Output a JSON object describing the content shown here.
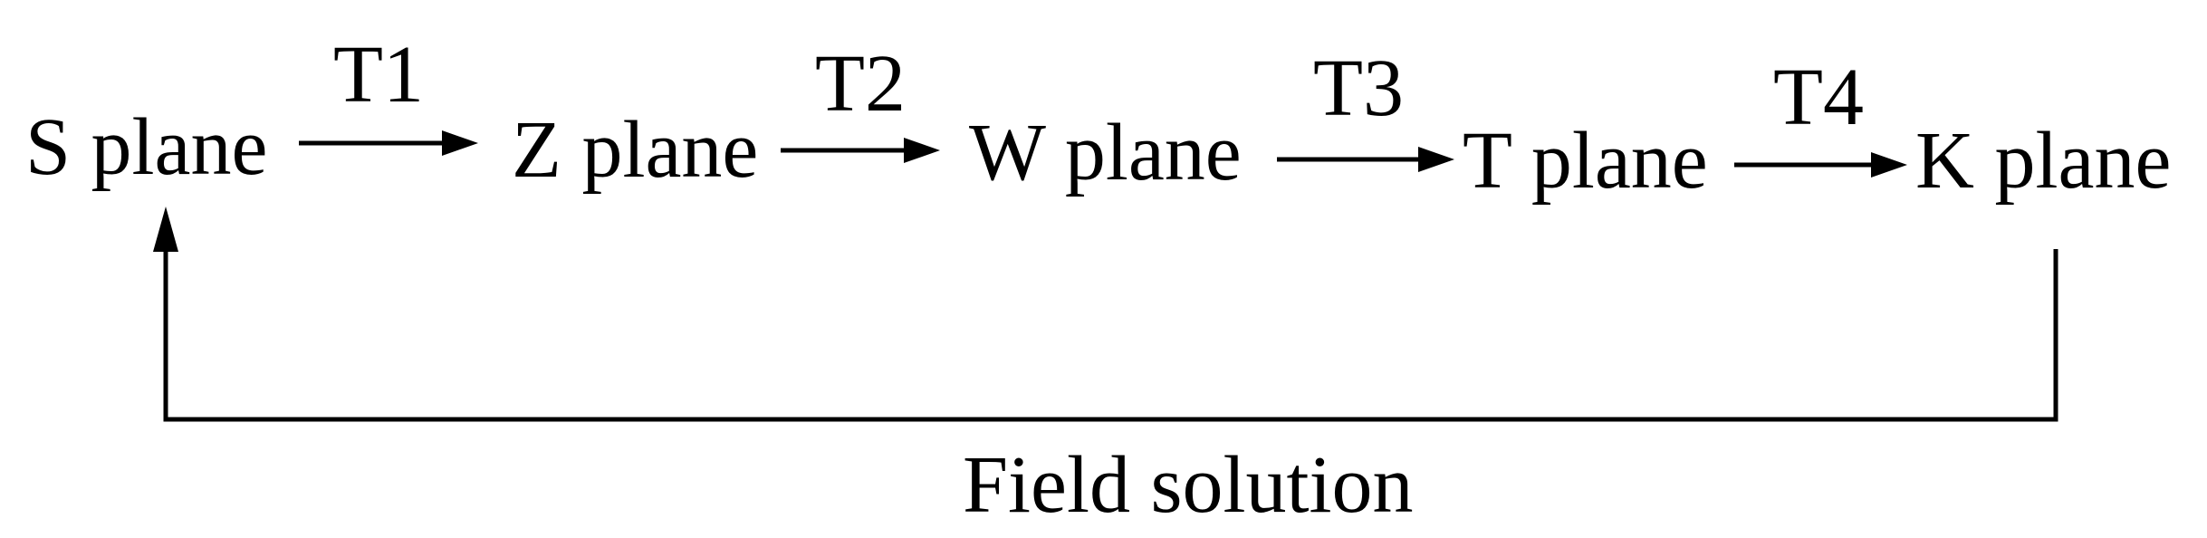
{
  "nodes": {
    "s": "S plane",
    "z": "Z plane",
    "w": "W plane",
    "t": "T plane",
    "k": "K plane"
  },
  "transforms": {
    "t1": "T1",
    "t2": "T2",
    "t3": "T3",
    "t4": "T4"
  },
  "feedback": {
    "label": "Field solution"
  }
}
